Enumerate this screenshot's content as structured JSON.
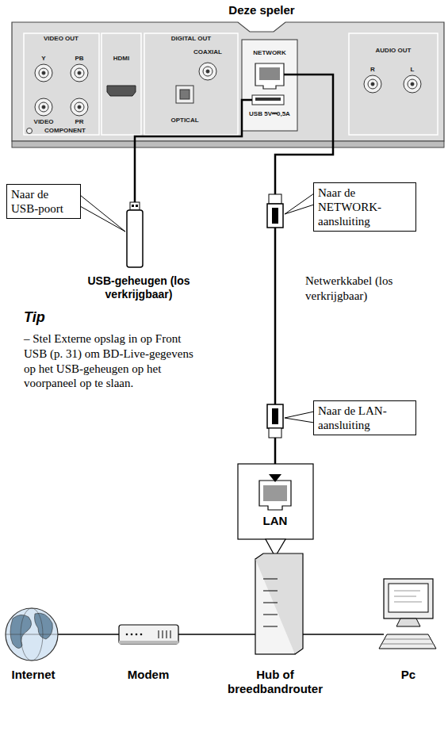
{
  "diagram": {
    "title": "Deze speler",
    "nodes": [
      {
        "text": [
          "Naar de USB-poort"
        ]
      },
      {
        "text": [
          "Naar de NETWORK-aansluiting"
        ]
      },
      {
        "text": [
          "Naar de LAN-aansluiting"
        ]
      }
    ],
    "labels": [
      "VIDEO OUT",
      "Y",
      "PB",
      "VIDEO",
      "PR",
      "COMPONENT",
      "HDMI",
      "DIGITAL OUT",
      "COAXIAL",
      "OPTICAL",
      "NETWORK",
      "USB 5V⎓0,5A",
      "AUDIO OUT",
      "R",
      "L",
      "USB-geheugen (los verkrijgbaar)",
      "Tip",
      "– Stel Externe opslag in op Front USB (p. 31) om BD-Live-gegevens op het USB-geheugen op het voorpaneel op te slaan.",
      "Netwerkkabel (los verkrijgbaar)",
      "LAN",
      "Internet",
      "Modem",
      "Hub of breedbandrouter",
      "Pc"
    ]
  }
}
